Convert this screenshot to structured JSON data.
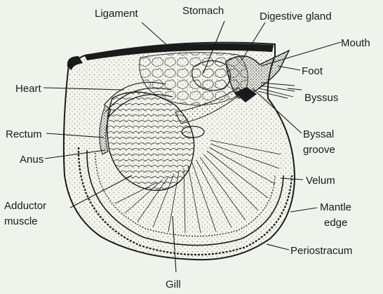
{
  "labels": {
    "ligament": "Ligament",
    "stomach": "Stomach",
    "digestive_gland": "Digestive gland",
    "mouth": "Mouth",
    "foot": "Foot",
    "byssus": "Byssus",
    "byssal_groove_1": "Byssal",
    "byssal_groove_2": "groove",
    "heart": "Heart",
    "rectum": "Rectum",
    "anus": "Anus",
    "velum": "Velum",
    "mantle_edge_1": "Mantle",
    "mantle_edge_2": "edge",
    "adductor_1": "Adductor",
    "adductor_2": "muscle",
    "periostracum": "Periostracum",
    "gill": "Gill"
  },
  "colors": {
    "background": "#eef3ec",
    "ink": "#1a1a1a",
    "body_fill": "#f3f4ec"
  }
}
